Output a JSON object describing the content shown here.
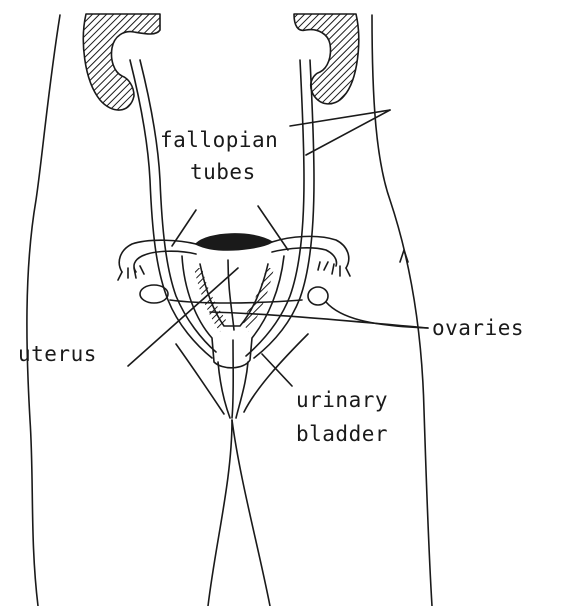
{
  "labels": {
    "fallopian_line1": "fallopian",
    "fallopian_line2": "tubes",
    "ovaries": "ovaries",
    "uterus": "uterus",
    "bladder_line1": "urinary",
    "bladder_line2": "bladder"
  },
  "colors": {
    "ink": "#1a1a1a",
    "background": "#ffffff"
  }
}
